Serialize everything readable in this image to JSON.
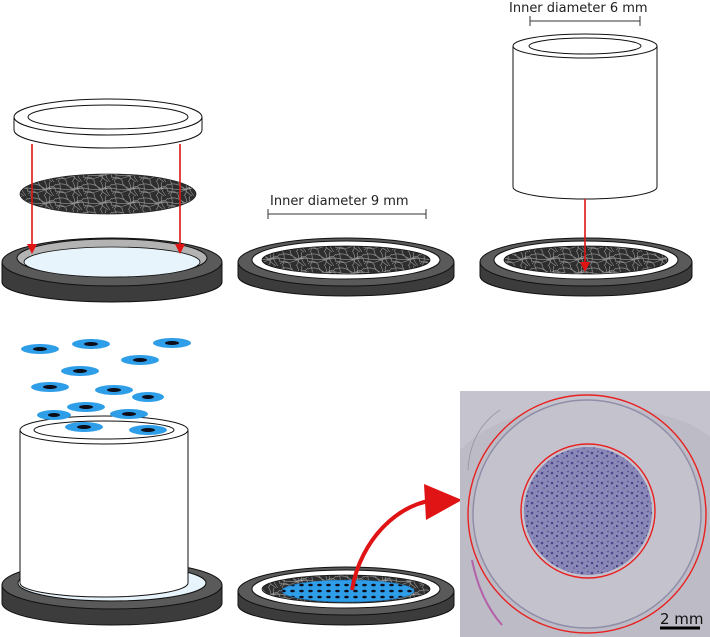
{
  "labels": {
    "inner_diameter_9": "Inner diameter 9 mm",
    "inner_diameter_6": "Inner diameter 6 mm",
    "scale_bar": "2 mm"
  },
  "colors": {
    "dish": "#5a5a5a",
    "dish_dark": "#3c3c3c",
    "ring_inner": "#b3b3b3",
    "liquid": "#e8f4fb",
    "fiber_mat": "#2e2e2e",
    "cell": "#2f9ee8",
    "cell_nucleus": "#0d0d1a",
    "arrow": "#e01414",
    "photo_outline": "#e82020",
    "stained_cells": "#5e5a9e",
    "photo_bg": "#bdbcc6"
  },
  "icons": {
    "step1": "dish-with-fiber-mat-and-ring-icon",
    "step2": "dish-with-mounted-mat-icon",
    "step3": "dish-with-cylinder-insert-icon",
    "step4": "cell-seeding-icon",
    "step5": "seeded-mat-icon",
    "result": "stained-mat-photo"
  }
}
